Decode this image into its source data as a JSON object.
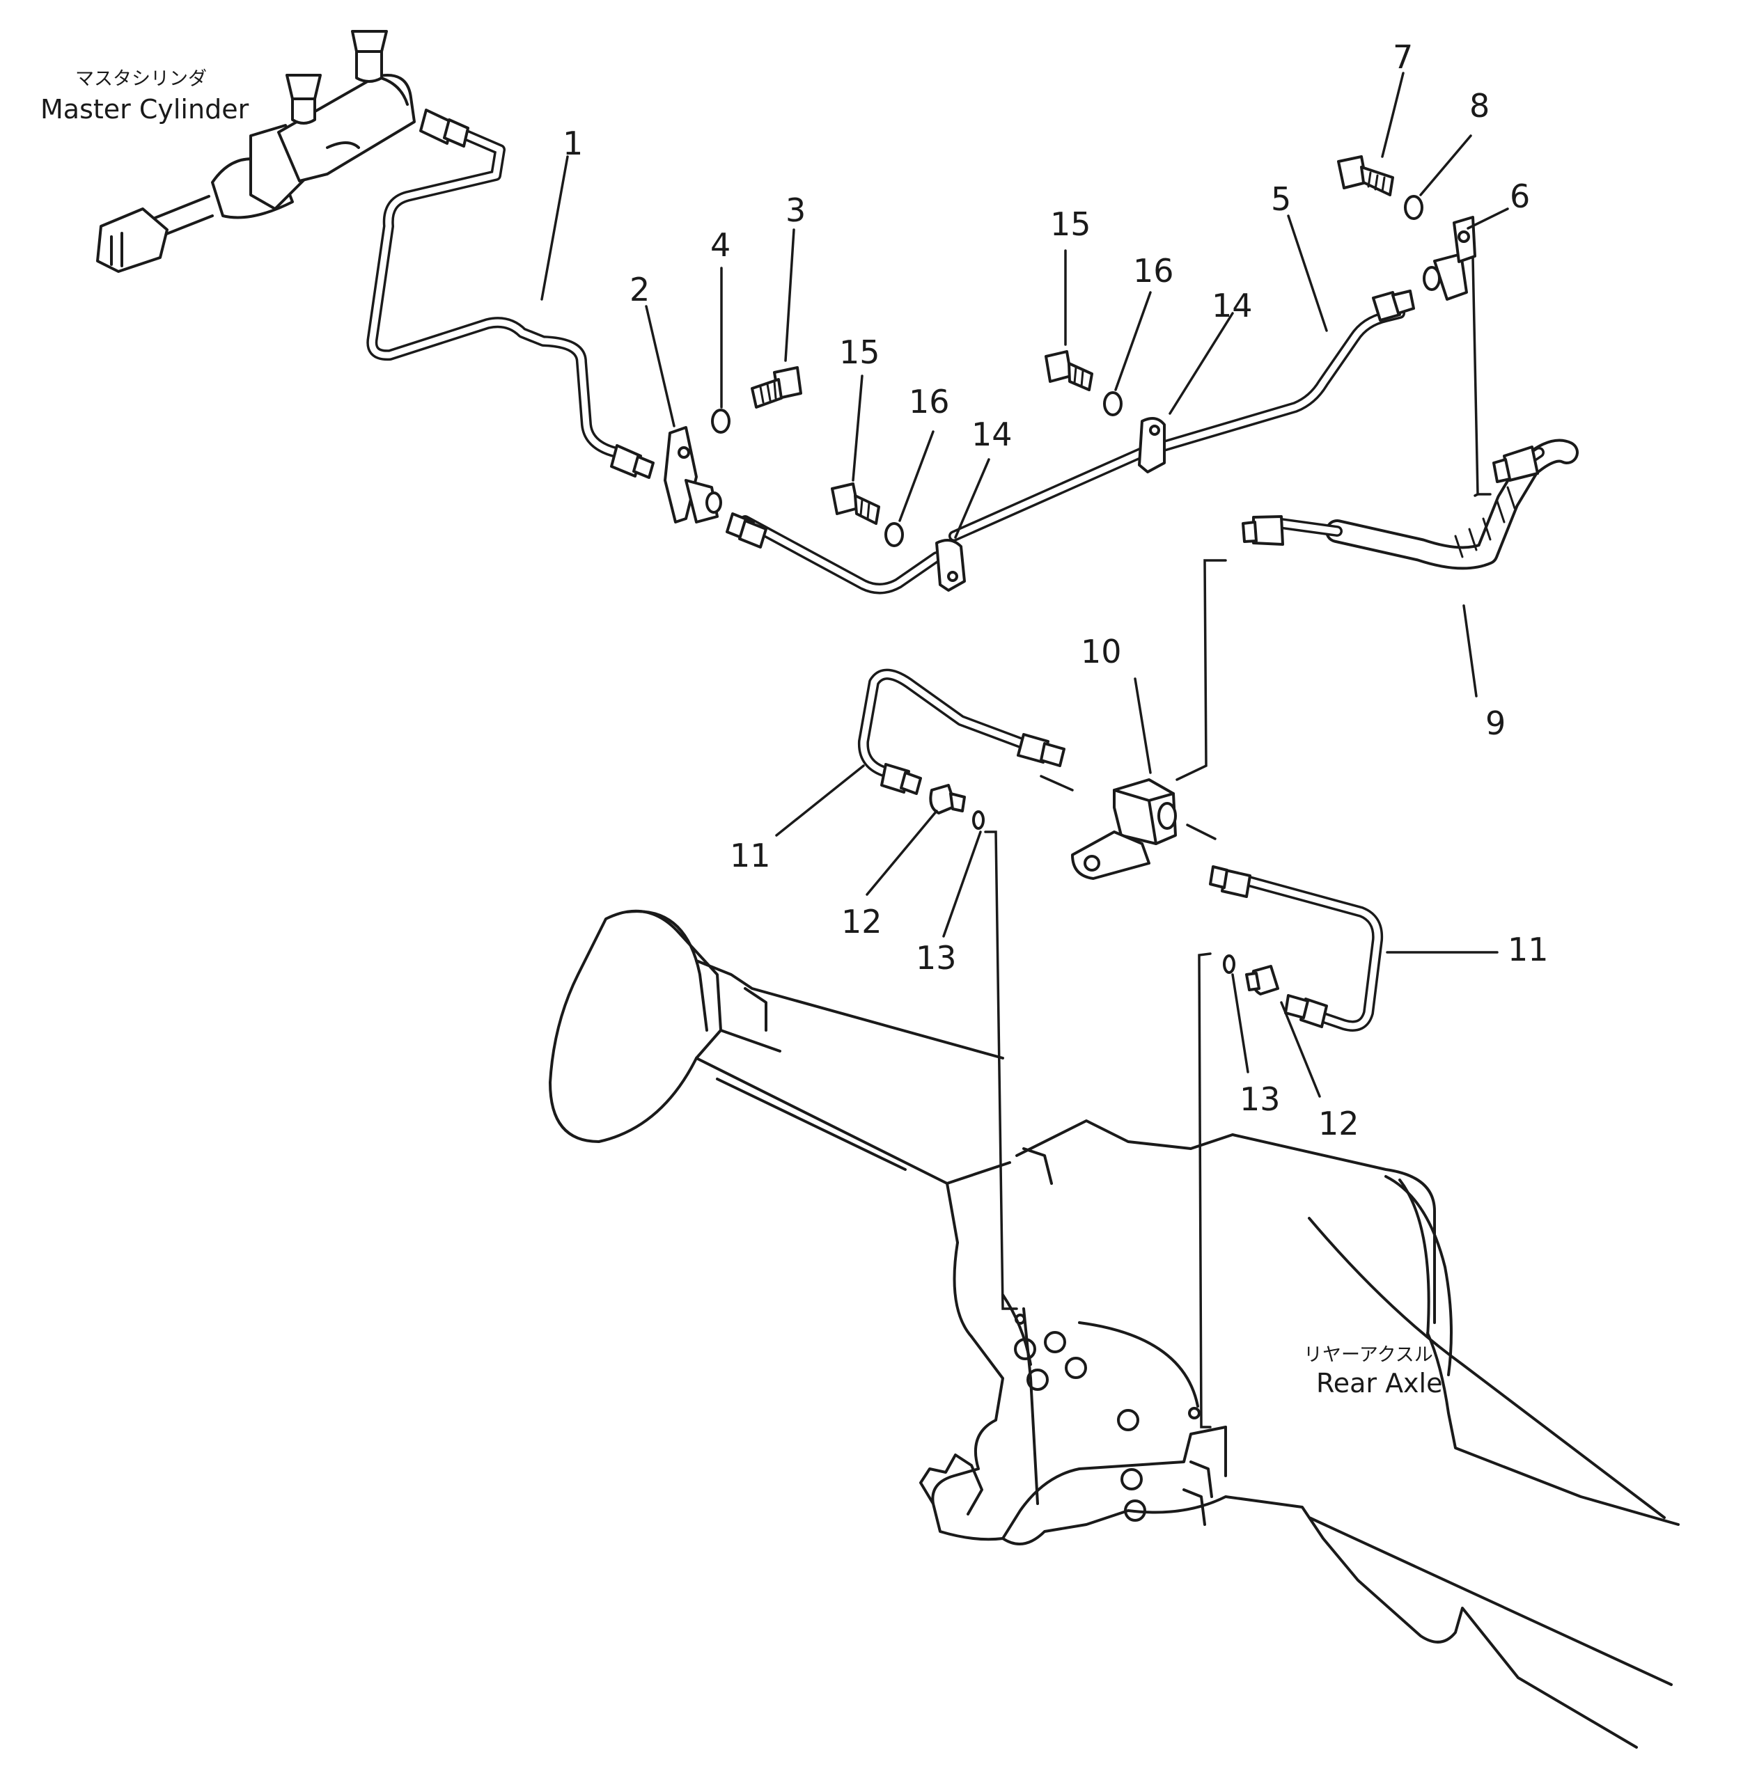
{
  "labels": {
    "master_cylinder_jp": "マスタシリンダ",
    "master_cylinder_en": "Master Cylinder",
    "rear_axle_jp": "リヤーアクスル",
    "rear_axle_en": "Rear Axle"
  },
  "callouts": [
    "1",
    "2",
    "3",
    "4",
    "5",
    "6",
    "7",
    "8",
    "9",
    "10",
    "11",
    "11",
    "12",
    "12",
    "13",
    "13",
    "14",
    "14",
    "15",
    "15",
    "16",
    "16"
  ]
}
